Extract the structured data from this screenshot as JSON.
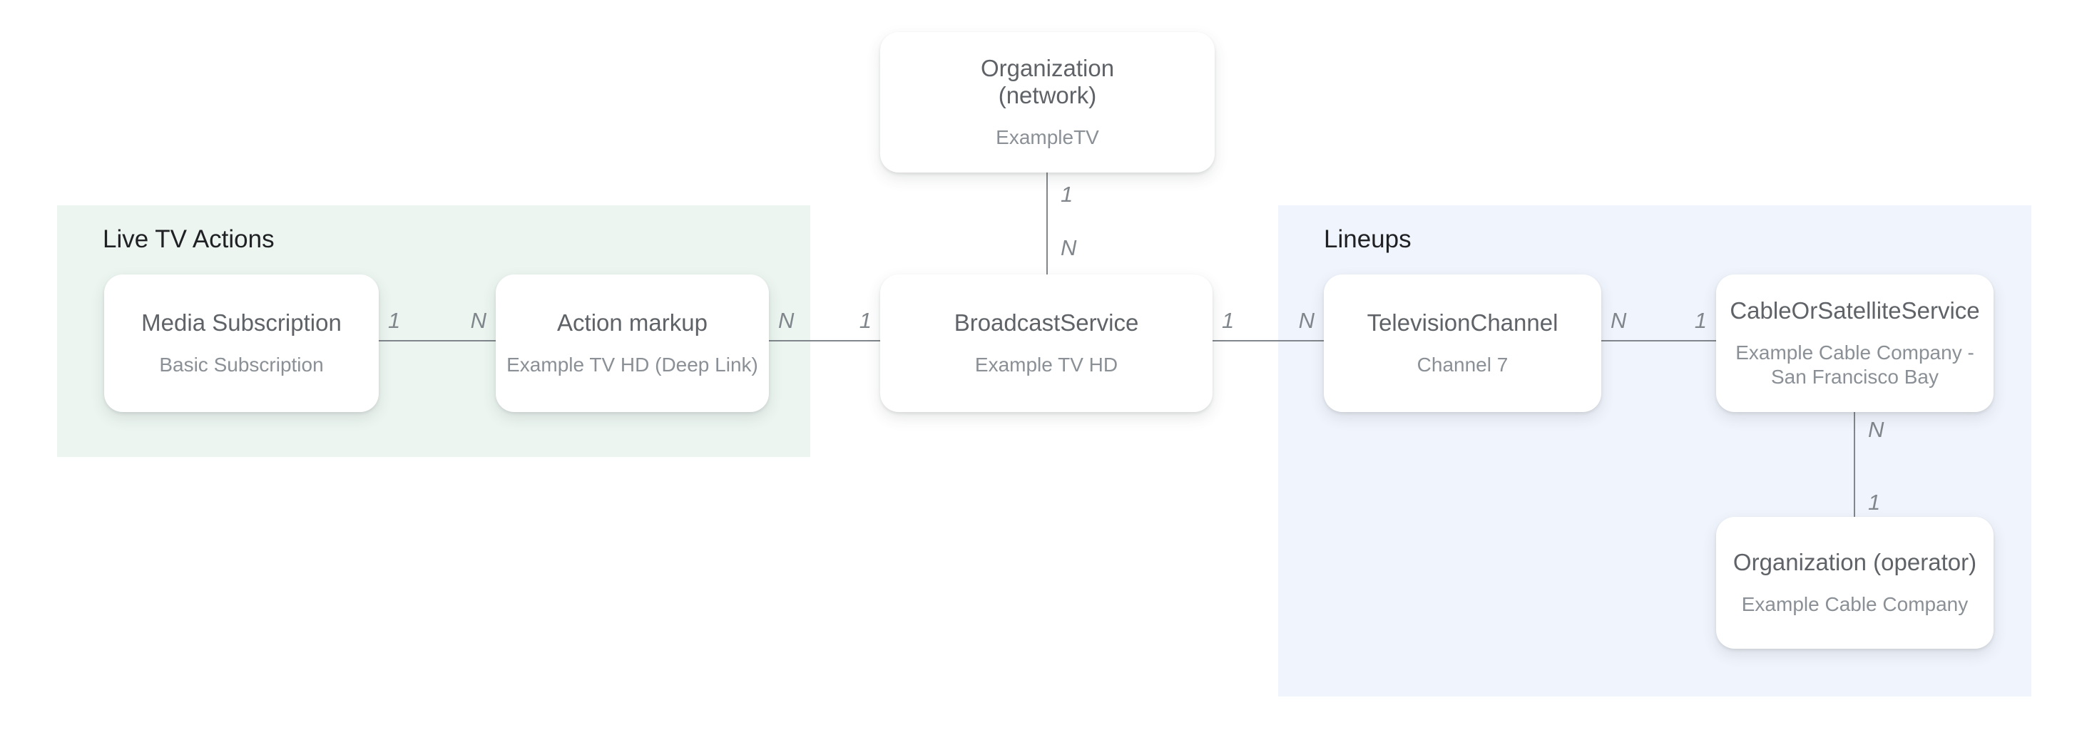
{
  "diagram": {
    "description": "Entity relationship diagram for TV schema entities"
  },
  "regions": {
    "live_tv_actions": {
      "title": "Live TV Actions",
      "background": "#ecf5f0"
    },
    "lineups": {
      "title": "Lineups",
      "background": "#f0f4fc"
    }
  },
  "nodes": {
    "org_network": {
      "title_line1": "Organization",
      "title_line2": "(network)",
      "subtitle": "ExampleTV"
    },
    "media_subscription": {
      "title": "Media Subscription",
      "subtitle": "Basic Subscription"
    },
    "action_markup": {
      "title": "Action markup",
      "subtitle": "Example TV HD (Deep Link)"
    },
    "broadcast_service": {
      "title": "BroadcastService",
      "subtitle": "Example TV HD"
    },
    "television_channel": {
      "title": "TelevisionChannel",
      "subtitle": "Channel 7"
    },
    "cable_or_satellite_service": {
      "title": "CableOrSatelliteService",
      "subtitle": "Example Cable Company - San Francisco Bay"
    },
    "org_operator": {
      "title": "Organization (operator)",
      "subtitle": "Example Cable Company"
    }
  },
  "cardinality": {
    "media_to_action": [
      "1",
      "N"
    ],
    "action_to_broadcast": [
      "N",
      "1"
    ],
    "network_to_broadcast": [
      "1",
      "N"
    ],
    "broadcast_to_channel": [
      "1",
      "N"
    ],
    "channel_to_cable": [
      "N",
      "1"
    ],
    "cable_to_operator": [
      "N",
      "1"
    ]
  },
  "colors": {
    "page_background": "#ffffff",
    "live_tv_region_bg": "#ecf5f0",
    "lineups_region_bg": "#f0f4fc",
    "region_title_text": "#202124",
    "node_background": "#ffffff",
    "node_title_text": "#5f6368",
    "node_subtitle_text": "#8a9096",
    "connector_line": "#80868b",
    "cardinality_text": "#80868b"
  }
}
